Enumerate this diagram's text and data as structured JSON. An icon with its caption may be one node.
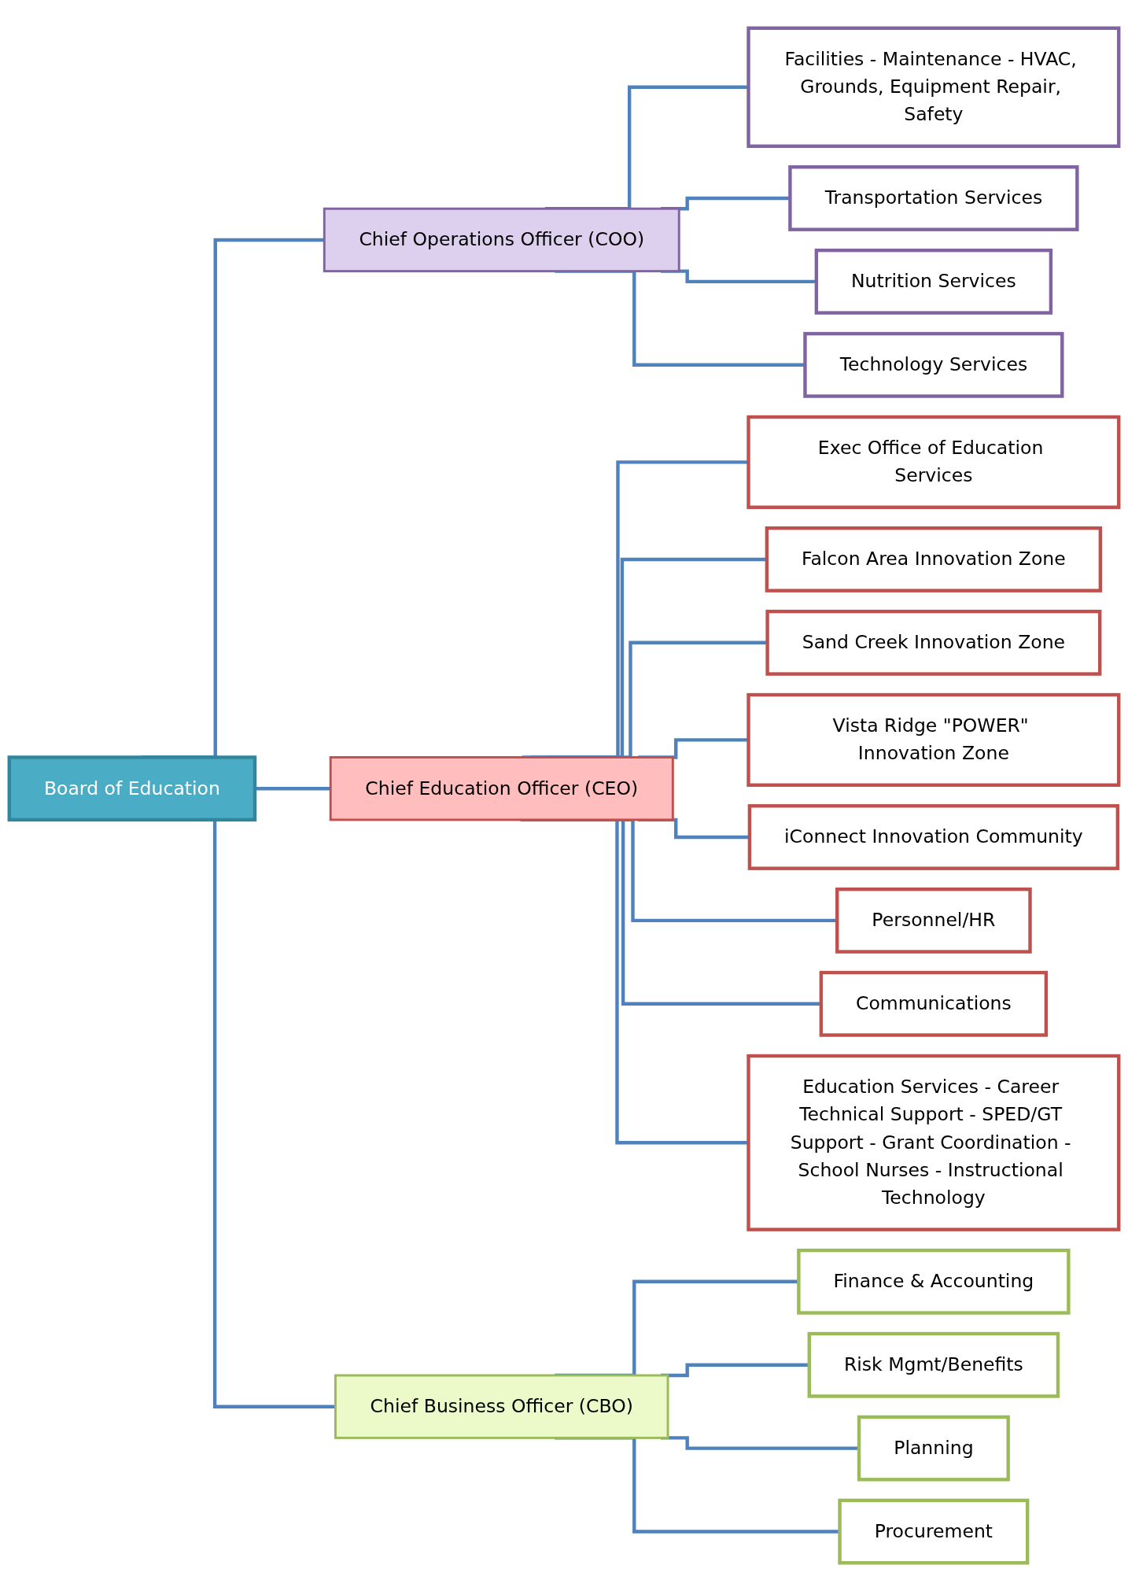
{
  "diagram": {
    "nodes": [
      {
        "text": [
          "Board of Education"
        ]
      },
      {
        "text": [
          "Chief Operations Officer (COO)"
        ]
      },
      {
        "text": [
          "Chief Education Officer (CEO)"
        ]
      },
      {
        "text": [
          "Chief Business Officer (CBO)"
        ]
      },
      {
        "text": [
          "Facilities - Maintenance - HVAC, Grounds, Equipment Repair, Safety"
        ]
      },
      {
        "text": [
          "Transportation Services"
        ]
      },
      {
        "text": [
          "Nutrition Services"
        ]
      },
      {
        "text": [
          "Technology Services"
        ]
      },
      {
        "text": [
          "Exec Office of Education Services"
        ]
      },
      {
        "text": [
          "Falcon Area Innovation Zone"
        ]
      },
      {
        "text": [
          "Sand Creek Innovation Zone"
        ]
      },
      {
        "text": [
          "Vista Ridge \"POWER\" Innovation Zone"
        ]
      },
      {
        "text": [
          "iConnect Innovation Community"
        ]
      },
      {
        "text": [
          "Personnel/HR"
        ]
      },
      {
        "text": [
          "Communications"
        ]
      },
      {
        "text": [
          "Education Services - Career Technical Support - SPED/GT Support - Grant Coordination - School Nurses - Instructional Technology"
        ]
      },
      {
        "text": [
          "Finance & Accounting"
        ]
      },
      {
        "text": [
          "Risk Mgmt/Benefits"
        ]
      },
      {
        "text": [
          "Planning"
        ]
      },
      {
        "text": [
          "Procurement"
        ]
      }
    ],
    "edges": [
      {
        "from": 0,
        "to": 1,
        "arrow": "none"
      },
      {
        "from": 0,
        "to": 2,
        "arrow": "none"
      },
      {
        "from": 0,
        "to": 3,
        "arrow": "none"
      },
      {
        "from": 1,
        "to": 4,
        "arrow": "none"
      },
      {
        "from": 1,
        "to": 5,
        "arrow": "none"
      },
      {
        "from": 1,
        "to": 6,
        "arrow": "none"
      },
      {
        "from": 1,
        "to": 7,
        "arrow": "none"
      },
      {
        "from": 2,
        "to": 8,
        "arrow": "none"
      },
      {
        "from": 2,
        "to": 9,
        "arrow": "none"
      },
      {
        "from": 2,
        "to": 10,
        "arrow": "none"
      },
      {
        "from": 2,
        "to": 11,
        "arrow": "none"
      },
      {
        "from": 2,
        "to": 12,
        "arrow": "none"
      },
      {
        "from": 2,
        "to": 13,
        "arrow": "none"
      },
      {
        "from": 2,
        "to": 14,
        "arrow": "none"
      },
      {
        "from": 2,
        "to": 15,
        "arrow": "none"
      },
      {
        "from": 3,
        "to": 16,
        "arrow": "none"
      },
      {
        "from": 3,
        "to": 17,
        "arrow": "none"
      },
      {
        "from": 3,
        "to": 18,
        "arrow": "none"
      },
      {
        "from": 3,
        "to": 19,
        "arrow": "none"
      }
    ]
  }
}
